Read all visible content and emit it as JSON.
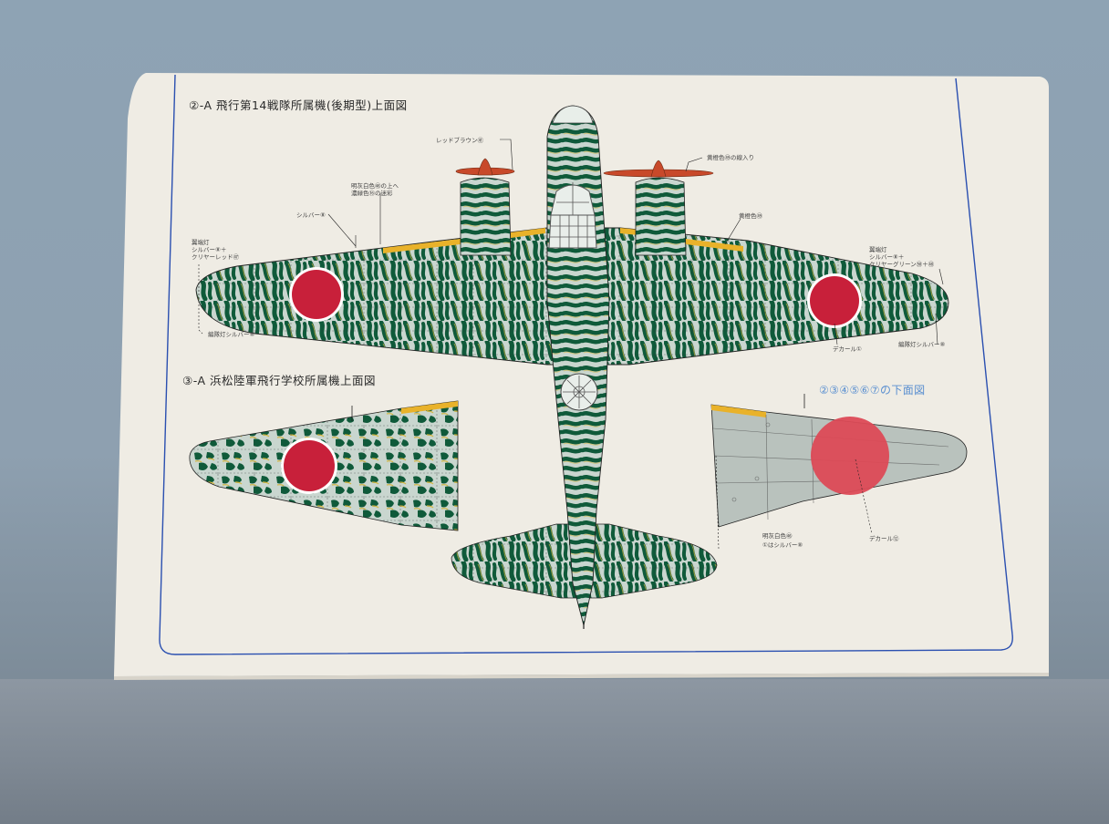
{
  "scene": {
    "description": "Printed Japanese aircraft camouflage plan sheet photographed on a grey-blue background",
    "colors": {
      "background": "#8ea3b4",
      "paper": "#efece4",
      "border_line": "#2a4fb0",
      "camo_green": "#0f5a3a",
      "camo_base": "#c9d6cf",
      "hinomaru_red": "#c8203a",
      "yellow_leading_edge": "#e9b22a",
      "propeller_red": "#c8492a",
      "underside_grey": "#b9c2bd",
      "caption_blue": "#5a8fd0"
    }
  },
  "sheet": {
    "section_1": {
      "number": "②",
      "title": "-A  飛行第14戦隊所属機(後期型)上面図"
    },
    "section_2": {
      "number": "③",
      "title": "-A  浜松陸軍飛行学校所属機上面図"
    },
    "section_3": {
      "title": "②③④⑤⑥⑦の下面図"
    },
    "callouts": {
      "propeller": "レッドブラウン㊶",
      "propeller_line": "黄橙色㊾の線入り",
      "camo_desc_1": "明灰白色㊻の上へ",
      "camo_desc_2": "濃緑色⑯の迷彩",
      "silver_left": "シルバー⑧",
      "yellow_leading": "黄橙色㊾",
      "left_wingtip_light_1": "翼端灯",
      "left_wingtip_light_2": "シルバー⑧＋",
      "left_wingtip_light_3": "クリヤーレッド㊼",
      "right_wingtip_light_1": "翼端灯",
      "right_wingtip_light_2": "シルバー⑧＋",
      "right_wingtip_light_3": "クリヤーグリーン㊿＋㊽",
      "left_formation_light": "編隊灯シルバー⑧",
      "right_formation_light": "編隊灯シルバー⑧",
      "decal_top": "デカール①",
      "underside_color_1": "明灰白色㊻",
      "underside_color_2": "①はシルバー⑧",
      "decal_bottom": "デカール⑫"
    }
  }
}
